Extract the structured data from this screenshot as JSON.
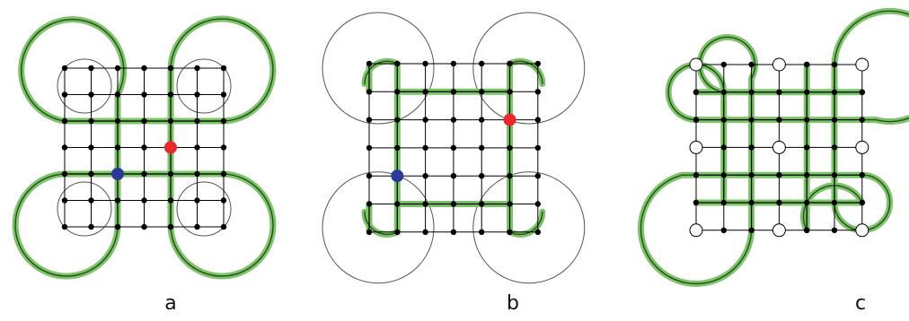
{
  "panels": [
    {
      "label": "a"
    },
    {
      "label": "b"
    },
    {
      "label": "c"
    }
  ],
  "colors": {
    "grid": "#000000",
    "node": "#000000",
    "halo": "#7cc46a",
    "path": "#2b4a1a",
    "thin": "#555555",
    "red": "#e8282b",
    "blue": "#2b3a9a",
    "hollow_fill": "#ffffff"
  }
}
